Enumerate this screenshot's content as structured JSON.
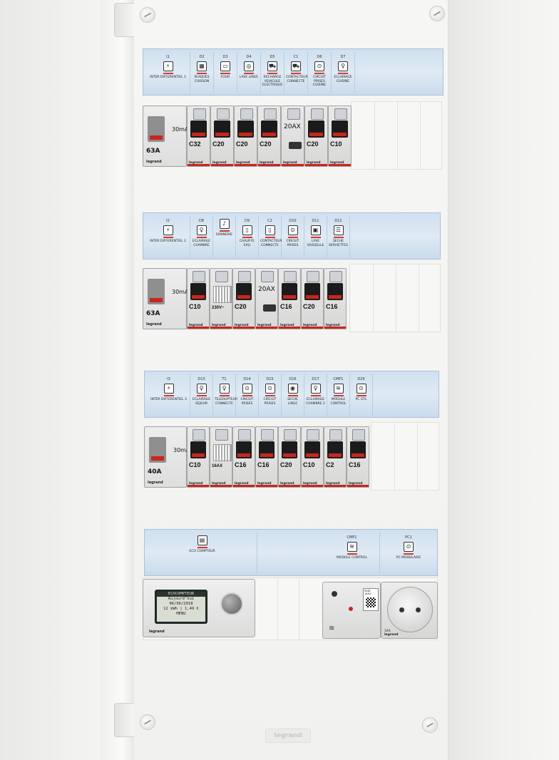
{
  "panel": {
    "brand": "legrand",
    "rows": [
      {
        "strip": [
          {
            "code": "I1",
            "label": "INTER DIFFERENTIEL 1",
            "icon": "differential-icon"
          },
          {
            "code": "D2",
            "label": "PLAQUES CUISSON",
            "icon": "hob-icon"
          },
          {
            "code": "D3",
            "label": "FOUR",
            "icon": "oven-icon"
          },
          {
            "code": "D4",
            "label": "LAVE LINGE",
            "icon": "washing-machine-icon"
          },
          {
            "code": "D5",
            "label": "RECHARGE VEHICULE ELECTRIQUE",
            "icon": "car-icon"
          },
          {
            "code": "C1",
            "label": "CONTACTEUR CONNECTE",
            "icon": "car-icon"
          },
          {
            "code": "D6",
            "label": "CIRCUIT PRISES CUISINE",
            "icon": "socket-icon"
          },
          {
            "code": "D7",
            "label": "ECLAIRAGE CUISINE",
            "icon": "bulb-icon"
          }
        ],
        "modules": [
          {
            "kind": "diff",
            "ma": "30mA",
            "amp": "63A",
            "brand": "legrand"
          },
          {
            "kind": "breaker",
            "rating": "C32",
            "brand": "legrand"
          },
          {
            "kind": "breaker",
            "rating": "C20",
            "brand": "legrand"
          },
          {
            "kind": "breaker",
            "rating": "C20",
            "brand": "legrand"
          },
          {
            "kind": "breaker",
            "rating": "C20",
            "brand": "legrand"
          },
          {
            "kind": "contactor",
            "rating": "20AX",
            "brand": "legrand"
          },
          {
            "kind": "breaker",
            "rating": "C20",
            "brand": "legrand"
          },
          {
            "kind": "breaker",
            "rating": "C10",
            "brand": "legrand"
          }
        ]
      },
      {
        "strip": [
          {
            "code": "I2",
            "label": "INTER DIFFERENTIEL 2",
            "icon": "differential-icon"
          },
          {
            "code": "D8",
            "label": "ECLAIRAGE CHAMBRE",
            "icon": "bulb-icon"
          },
          {
            "code": "",
            "label": "SONNERIE",
            "icon": "bell-icon"
          },
          {
            "code": "D9",
            "label": "CHAUFFE EAU",
            "icon": "water-heater-icon"
          },
          {
            "code": "C2",
            "label": "CONTACTEUR CONNECTE",
            "icon": "water-heater-icon"
          },
          {
            "code": "D10",
            "label": "CIRCUIT PRISES",
            "icon": "socket-icon"
          },
          {
            "code": "D11",
            "label": "LAVE VAISSELLE",
            "icon": "dishwasher-icon"
          },
          {
            "code": "D12",
            "label": "SECHE SERVIETTES",
            "icon": "towel-dryer-icon"
          }
        ],
        "modules": [
          {
            "kind": "diff",
            "ma": "30mA",
            "amp": "63A",
            "brand": "legrand"
          },
          {
            "kind": "breaker",
            "rating": "C10",
            "brand": "legrand"
          },
          {
            "kind": "bell",
            "rating": "230V~",
            "brand": "legrand"
          },
          {
            "kind": "breaker",
            "rating": "C20",
            "brand": "legrand"
          },
          {
            "kind": "contactor",
            "rating": "20AX",
            "brand": "legrand"
          },
          {
            "kind": "breaker",
            "rating": "C16",
            "brand": "legrand"
          },
          {
            "kind": "breaker",
            "rating": "C20",
            "brand": "legrand"
          },
          {
            "kind": "breaker",
            "rating": "C16",
            "brand": "legrand"
          }
        ]
      },
      {
        "strip": [
          {
            "code": "I3",
            "label": "INTER DIFFERENTIEL 3",
            "icon": "differential-icon"
          },
          {
            "code": "D13",
            "label": "ECLAIRAGE SEJOUR",
            "icon": "bulb-icon"
          },
          {
            "code": "T1",
            "label": "TELERUPTEUR CONNECTE",
            "icon": "bulb-icon"
          },
          {
            "code": "D14",
            "label": "CIRCUIT PRISES",
            "icon": "socket-icon"
          },
          {
            "code": "D15",
            "label": "CIRCUIT PRISES",
            "icon": "socket-icon"
          },
          {
            "code": "D16",
            "label": "SECHE LINGE",
            "icon": "dryer-icon"
          },
          {
            "code": "D17",
            "label": "ECLAIRAGE CHAMBRE 2",
            "icon": "bulb-icon"
          },
          {
            "code": "CMP1",
            "label": "MODULE CONTROL",
            "icon": "module-icon"
          },
          {
            "code": "D29",
            "label": "PC GTL",
            "icon": "socket-icon"
          }
        ],
        "modules": [
          {
            "kind": "diff",
            "ma": "30mA",
            "amp": "40A",
            "brand": "legrand"
          },
          {
            "kind": "breaker",
            "rating": "C10",
            "brand": "legrand"
          },
          {
            "kind": "telerupteur",
            "rating": "16AX",
            "brand": "legrand"
          },
          {
            "kind": "breaker",
            "rating": "C16",
            "brand": "legrand"
          },
          {
            "kind": "breaker",
            "rating": "C16",
            "brand": "legrand"
          },
          {
            "kind": "breaker",
            "rating": "C20",
            "brand": "legrand"
          },
          {
            "kind": "breaker",
            "rating": "C10",
            "brand": "legrand"
          },
          {
            "kind": "breaker",
            "rating": "C2",
            "brand": "legrand"
          },
          {
            "kind": "breaker",
            "rating": "C16",
            "brand": "legrand"
          }
        ]
      }
    ],
    "bottom_strip": [
      {
        "code": "",
        "label": "ECO COMPTEUR",
        "icon": "meter-icon"
      },
      {
        "code": "CMP1",
        "label": "MODULE CONTROL",
        "icon": "module-icon"
      },
      {
        "code": "PC1",
        "label": "PC MODULAIRE",
        "icon": "socket-icon"
      }
    ],
    "ecocompteur": {
      "header": "ECOCOMPTEUR",
      "line1": "Aujourd'hui",
      "line2": "06/06/2018",
      "line3": "12 kWh  |  1,49 €",
      "line4": "MENU",
      "brand": "legrand"
    },
    "module_control": {
      "qr_text": "5261 1443"
    },
    "socket": {
      "rating": "16A",
      "brand": "legrand"
    },
    "footer_logo": "legrand"
  },
  "colors": {
    "accent": "#c8261d",
    "strip": "#dfeaf4"
  }
}
